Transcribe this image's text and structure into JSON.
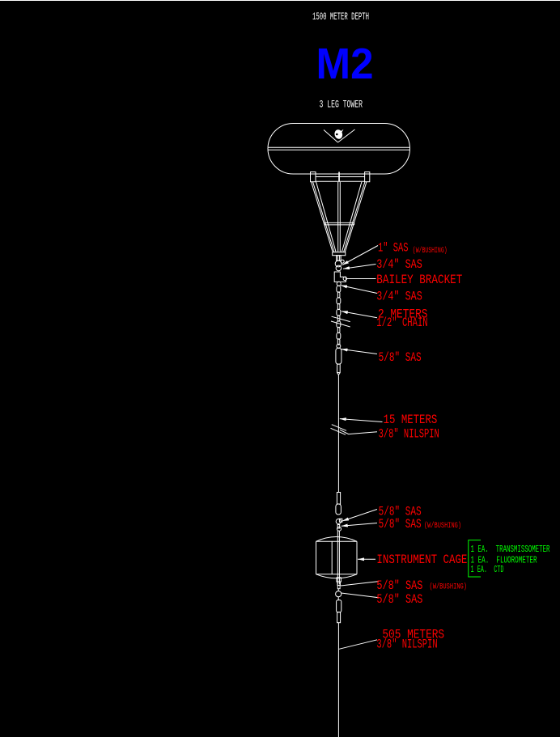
{
  "drawing": {
    "title_depth": "1500 METER DEPTH",
    "mooring_name": "M2",
    "buoy_type": "3 LEG TOWER",
    "colors": {
      "background": "#000000",
      "linework": "#ffffff",
      "labels": "#ff0000",
      "mooring_name": "#0000ff",
      "instruments": "#00ff00"
    },
    "components": {
      "sas_1in": {
        "label": "1\" SAS",
        "note": "(W/BUSHING)"
      },
      "sas_34_upper": {
        "label": "3/4\" SAS"
      },
      "bailey_bracket": {
        "label": "BAILEY BRACKET"
      },
      "sas_34_lower": {
        "label": "3/4\" SAS"
      },
      "chain_2m": {
        "length": "2 METERS",
        "type": "1/2\" CHAIN"
      },
      "sas_58_top": {
        "label": "5/8\" SAS"
      },
      "wire_15m": {
        "length": "15 METERS",
        "type": "3/8\" NILSPIN"
      },
      "sas_58_mid": {
        "label": "5/8\" SAS"
      },
      "sas_58_bushing_upper": {
        "label": "5/8\" SAS",
        "note": "(W/BUSHING)"
      },
      "instrument_cage": {
        "label": "INSTRUMENT CAGE",
        "instruments": [
          "1 EA.  TRANSMISSOMETER",
          "1 EA.  FLUOROMETER",
          "1 EA.  CTD"
        ]
      },
      "sas_58_bushing_lower": {
        "label": "5/8\" SAS",
        "note": "(W/BUSHING)"
      },
      "sas_58_bottom": {
        "label": "5/8\" SAS"
      },
      "wire_505m": {
        "length": "505 METERS",
        "type": "3/8\" NILSPIN"
      }
    }
  }
}
